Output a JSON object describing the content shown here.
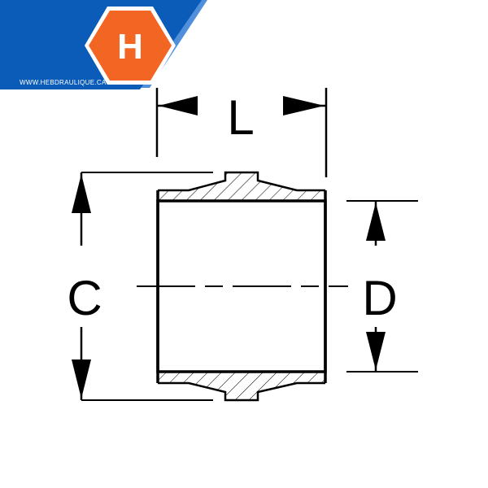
{
  "brand": {
    "logo_letter": "H",
    "website": "WWW.HEBDRAULIQUE.CA",
    "colors": {
      "banner_blue": "#0a5cb8",
      "banner_light": "#4f8fdc",
      "hexagon_orange": "#f26522",
      "text_white": "#ffffff"
    }
  },
  "diagram": {
    "labels": {
      "length": "L",
      "outer": "C",
      "inner": "D"
    },
    "colors": {
      "line": "#000000"
    }
  }
}
